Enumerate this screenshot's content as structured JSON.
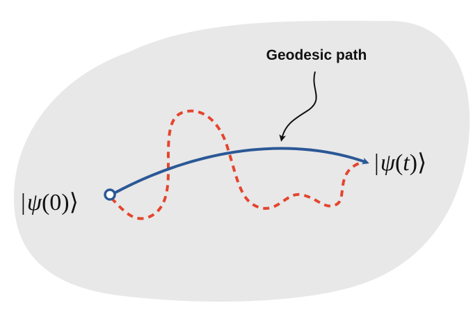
{
  "annotation": {
    "label": "Geodesic path"
  },
  "states": {
    "initial": {
      "bar": "|",
      "psi": "ψ",
      "arg": "(0)",
      "close": "⟩"
    },
    "final": {
      "bar": "|",
      "psi": "ψ",
      "open_paren": "(",
      "arg": "t",
      "close_paren": ")",
      "close": "⟩"
    }
  },
  "colors": {
    "region_fill": "#e8e8e8",
    "geodesic": "#2b5896",
    "wiggly_path": "#e4452e",
    "annotation_arrow": "#111111",
    "text": "#111111"
  }
}
